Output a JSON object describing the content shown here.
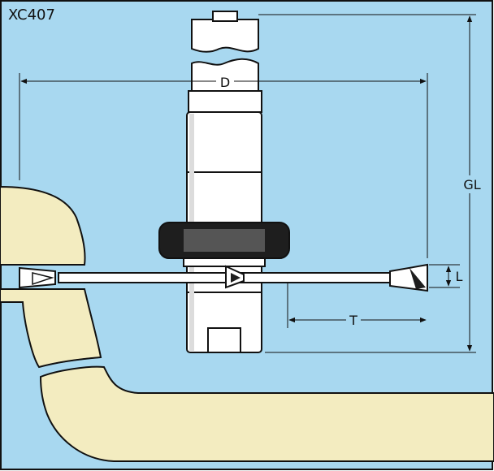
{
  "diagram": {
    "product_code": "XC407",
    "dimensions": {
      "diameter": "D",
      "overall_length": "GL",
      "cutting_length": "L",
      "depth": "T"
    }
  },
  "colors": {
    "background": "#a8d8f0",
    "workpiece": "#f3ecc0",
    "steel": "#ffffff",
    "bearing": "#1e1e1e",
    "outline": "#111111"
  }
}
